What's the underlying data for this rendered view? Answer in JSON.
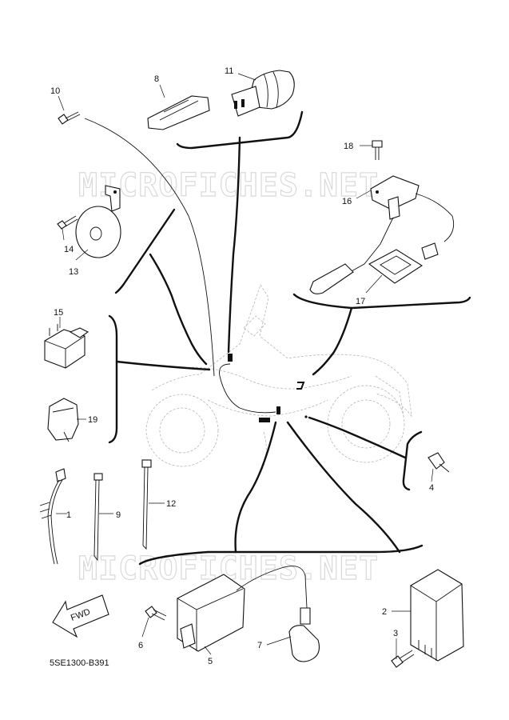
{
  "diagram": {
    "watermark_top": "MICROFICHES.NET",
    "watermark_bottom": "MICROFICHES.NET",
    "drawing_code": "5SE1300-B391",
    "fwd_label": "FWD",
    "callouts": [
      {
        "id": "c1",
        "text": "1"
      },
      {
        "id": "c2",
        "text": "2"
      },
      {
        "id": "c3",
        "text": "3"
      },
      {
        "id": "c4",
        "text": "4"
      },
      {
        "id": "c5",
        "text": "5"
      },
      {
        "id": "c6",
        "text": "6"
      },
      {
        "id": "c7",
        "text": "7"
      },
      {
        "id": "c8",
        "text": "8"
      },
      {
        "id": "c9",
        "text": "9"
      },
      {
        "id": "c10",
        "text": "10"
      },
      {
        "id": "c11",
        "text": "11"
      },
      {
        "id": "c12",
        "text": "12"
      },
      {
        "id": "c13",
        "text": "13"
      },
      {
        "id": "c14",
        "text": "14"
      },
      {
        "id": "c15",
        "text": "15"
      },
      {
        "id": "c16",
        "text": "16"
      },
      {
        "id": "c17",
        "text": "17"
      },
      {
        "id": "c18",
        "text": "18"
      },
      {
        "id": "c19",
        "text": "19"
      }
    ]
  }
}
